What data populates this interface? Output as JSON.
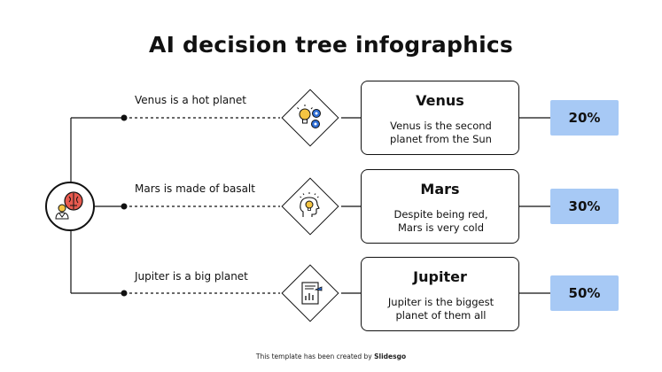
{
  "title": "AI decision tree infographics",
  "branches": [
    {
      "label": "Venus is a hot planet",
      "icon": "lightbulb-gears-icon",
      "card_title": "Venus",
      "card_desc": [
        "Venus is the second",
        "planet from the Sun"
      ],
      "percent": "20%"
    },
    {
      "label": "Mars is made of basalt",
      "icon": "head-idea-icon",
      "card_title": "Mars",
      "card_desc": [
        "Despite being red,",
        "Mars is very cold"
      ],
      "percent": "30%"
    },
    {
      "label": "Jupiter is a big planet",
      "icon": "document-chart-icon",
      "card_title": "Jupiter",
      "card_desc": [
        "Jupiter is the biggest",
        "planet of them all"
      ],
      "percent": "50%"
    }
  ],
  "colors": {
    "percent_box": "#a7c9f5",
    "accent_red": "#e85a4f",
    "accent_yellow": "#f5c542",
    "accent_blue": "#2f6fd6"
  },
  "footer": {
    "prefix": "This template has been created by",
    "brand": "Slidesgo"
  }
}
